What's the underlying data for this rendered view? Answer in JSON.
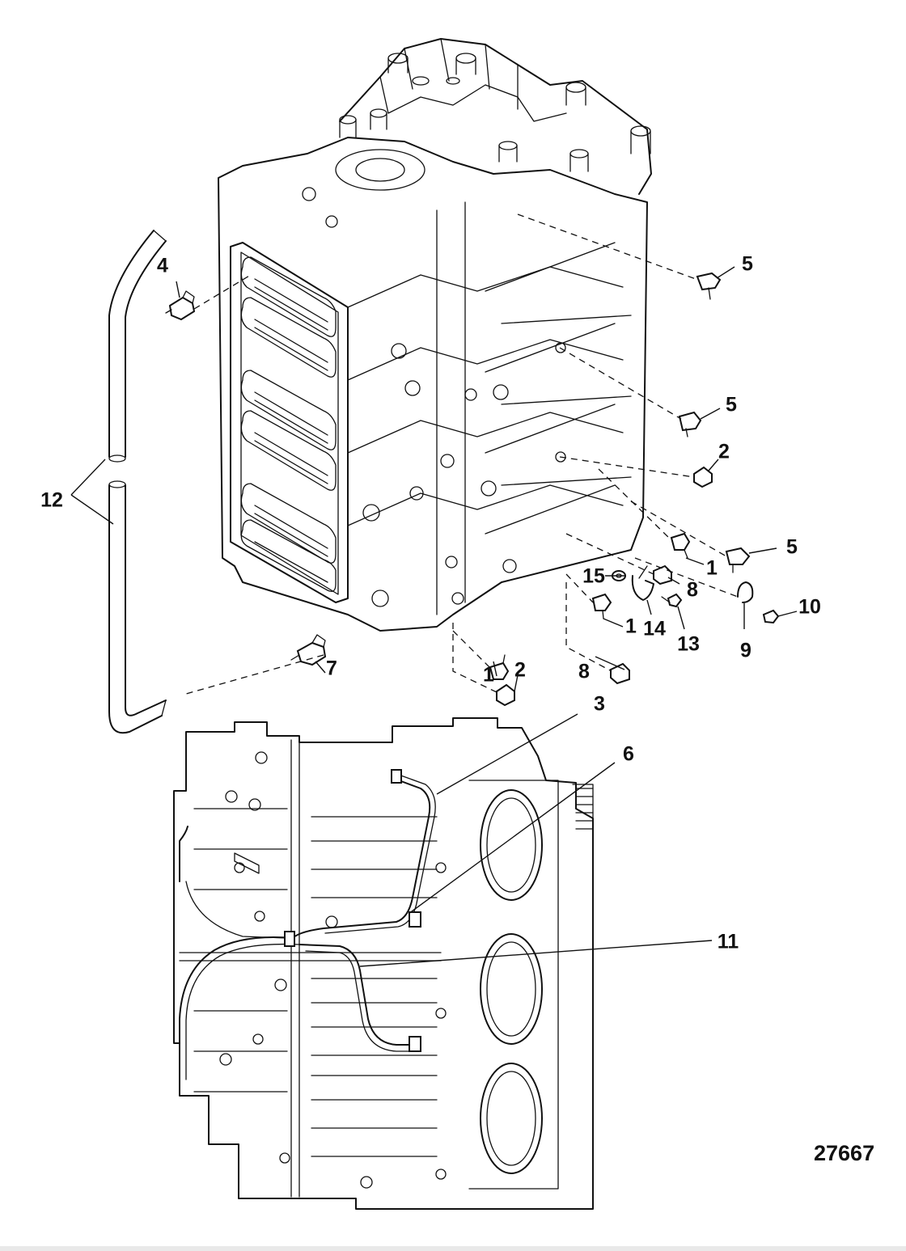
{
  "figure_number": "27667",
  "callouts": [
    {
      "id": "1a",
      "label": "1"
    },
    {
      "id": "1b",
      "label": "1"
    },
    {
      "id": "1c",
      "label": "1"
    },
    {
      "id": "2a",
      "label": "2"
    },
    {
      "id": "2b",
      "label": "2"
    },
    {
      "id": "3",
      "label": "3"
    },
    {
      "id": "4",
      "label": "4"
    },
    {
      "id": "5a",
      "label": "5"
    },
    {
      "id": "5b",
      "label": "5"
    },
    {
      "id": "5c",
      "label": "5"
    },
    {
      "id": "6",
      "label": "6"
    },
    {
      "id": "7",
      "label": "7"
    },
    {
      "id": "8a",
      "label": "8"
    },
    {
      "id": "8b",
      "label": "8"
    },
    {
      "id": "9",
      "label": "9"
    },
    {
      "id": "10",
      "label": "10"
    },
    {
      "id": "11",
      "label": "11"
    },
    {
      "id": "12",
      "label": "12"
    },
    {
      "id": "13",
      "label": "13"
    },
    {
      "id": "14",
      "label": "14"
    },
    {
      "id": "15",
      "label": "15"
    }
  ]
}
